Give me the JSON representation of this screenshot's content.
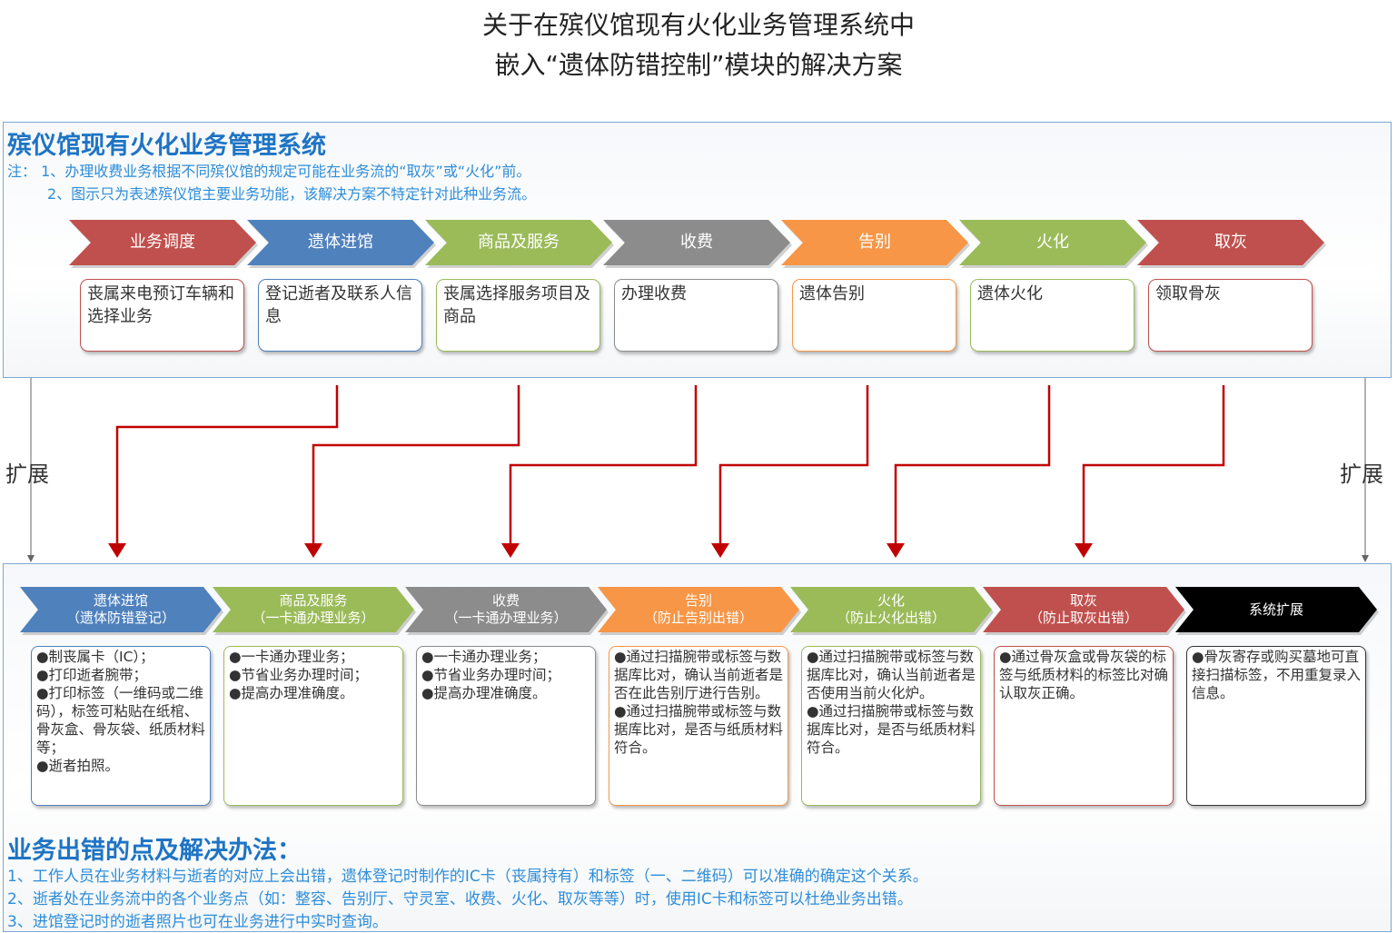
{
  "title": {
    "line1": "关于在殡仪馆现有火化业务管理系统中",
    "line2": "嵌入“遗体防错控制”模块的解决方案"
  },
  "top_panel": {
    "heading": "殡仪馆现有火化业务管理系统",
    "notes": [
      "注：  1、办理收费业务根据不同殡仪馆的规定可能在业务流的“取灰”或“火化”前。",
      "2、图示只为表述殡仪馆主要业务功能，该解决方案不特定针对此种业务流。"
    ],
    "steps": [
      {
        "label": "业务调度",
        "color": "#c0504d",
        "desc": "丧属来电预订车辆和选择业务"
      },
      {
        "label": "遗体进馆",
        "color": "#4f81bd",
        "desc": "登记逝者及联系人信息"
      },
      {
        "label": "商品及服务",
        "color": "#9bbb59",
        "desc": "丧属选择服务项目及商品"
      },
      {
        "label": "收费",
        "color": "#8c8c8c",
        "desc": "办理收费"
      },
      {
        "label": "告别",
        "color": "#f79646",
        "desc": "遗体告别"
      },
      {
        "label": "火化",
        "color": "#9bbb59",
        "desc": "遗体火化"
      },
      {
        "label": "取灰",
        "color": "#c0504d",
        "desc": "领取骨灰"
      }
    ]
  },
  "side_label": "扩展",
  "bottom_panel": {
    "steps": [
      {
        "label1": "遗体进馆",
        "label2": "（遗体防错登记）",
        "color": "#4f81bd",
        "items": [
          "●制丧属卡（IC）；",
          "●打印逝者腕带；",
          "●打印标签（一维码或二维码），标签可粘贴在纸棺、骨灰盒、骨灰袋、纸质材料等；",
          "●逝者拍照。"
        ]
      },
      {
        "label1": "商品及服务",
        "label2": "（一卡通办理业务）",
        "color": "#9bbb59",
        "items": [
          "●一卡通办理业务；",
          "●节省业务办理时间；",
          "●提高办理准确度。"
        ]
      },
      {
        "label1": "收费",
        "label2": "（一卡通办理业务）",
        "color": "#8c8c8c",
        "items": [
          "●一卡通办理业务；",
          "●节省业务办理时间；",
          "●提高办理准确度。"
        ]
      },
      {
        "label1": "告别",
        "label2": "（防止告别出错）",
        "color": "#f79646",
        "items": [
          "●通过扫描腕带或标签与数据库比对，确认当前逝者是否在此告别厅进行告别。",
          "●通过扫描腕带或标签与数据库比对，是否与纸质材料符合。"
        ]
      },
      {
        "label1": "火化",
        "label2": "（防止火化出错）",
        "color": "#9bbb59",
        "items": [
          "●通过扫描腕带或标签与数据库比对，确认当前逝者是否使用当前火化炉。",
          "●通过扫描腕带或标签与数据库比对，是否与纸质材料符合。"
        ]
      },
      {
        "label1": "取灰",
        "label2": "（防止取灰出错）",
        "color": "#c0504d",
        "items": [
          "●通过骨灰盒或骨灰袋的标签与纸质材料的标签比对确认取灰正确。"
        ]
      },
      {
        "label1": "系统扩展",
        "label2": "",
        "color": "#000000",
        "items": [
          "●骨灰寄存或购买墓地可直接扫描标签，不用重复录入信息。"
        ]
      }
    ],
    "solutions_heading": "业务出错的点及解决办法：",
    "solutions": [
      "1、工作人员在业务材料与逝者的对应上会出错，遗体登记时制作的IC卡（丧属持有）和标签（一、二维码）可以准确的确定这个关系。",
      "2、逝者处在业务流中的各个业务点（如：整容、告别厅、守灵室、收费、火化、取灰等等）时，使用IC卡和标签可以杜绝业务出错。",
      "3、进馆登记时的逝者照片也可在业务进行中实时查询。"
    ]
  }
}
